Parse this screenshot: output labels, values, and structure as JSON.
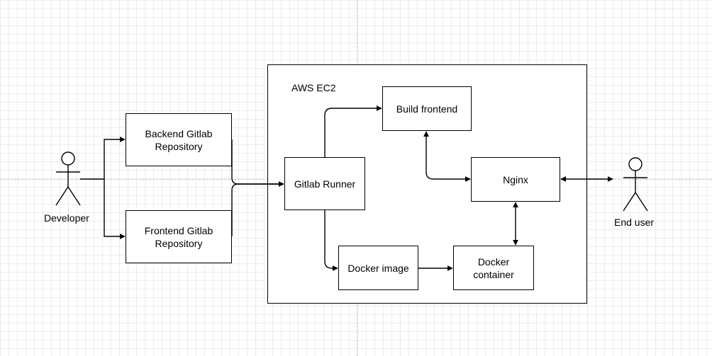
{
  "aws": {
    "label": "AWS EC2"
  },
  "nodes": {
    "backend_repo": "Backend Gitlab\nRepository",
    "frontend_repo": "Frontend Gitlab\nRepository",
    "gitlab_runner": "Gitlab Runner",
    "build_frontend": "Build frontend",
    "nginx": "Nginx",
    "docker_image": "Docker image",
    "docker_container": "Docker\ncontainer"
  },
  "actors": {
    "developer": "Developer",
    "end_user": "End user"
  },
  "colors": {
    "stroke": "#000000",
    "grid": "#ececec",
    "guide": "#c8c8c8"
  }
}
